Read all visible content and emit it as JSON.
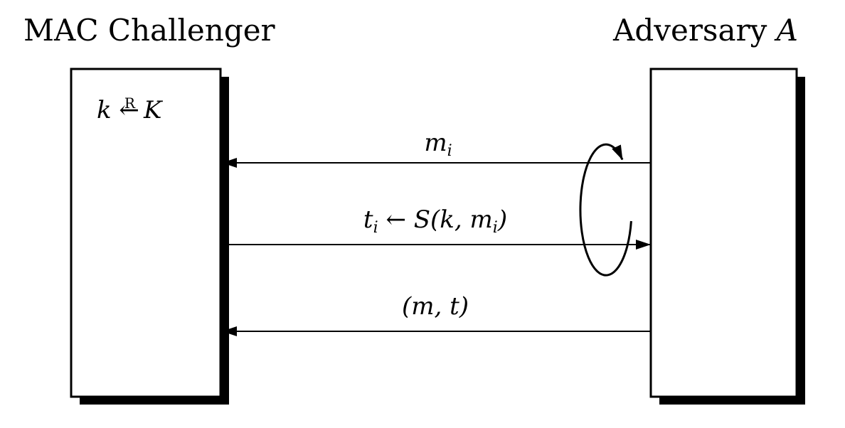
{
  "titles": {
    "left": "MAC Challenger",
    "right_text": "Adversary ",
    "right_symbol": "A"
  },
  "challenger": {
    "key_sampling": {
      "lhs": "k ",
      "arrow": "←",
      "superscript": "R",
      "rhs": "K"
    }
  },
  "messages": [
    {
      "name": "query",
      "base": "m",
      "subscript": "i",
      "direction": "adversary-to-challenger"
    },
    {
      "name": "tag-response",
      "pre": "t",
      "pre_subscript": "i",
      "arrow": " ← ",
      "func": "S(k, m",
      "func_subscript": "i",
      "close": ")",
      "direction": "challenger-to-adversary"
    },
    {
      "name": "forgery-attempt",
      "label": "(m, t)",
      "direction": "adversary-to-challenger"
    }
  ],
  "colors": {
    "stroke": "#000000",
    "background": "#ffffff"
  }
}
